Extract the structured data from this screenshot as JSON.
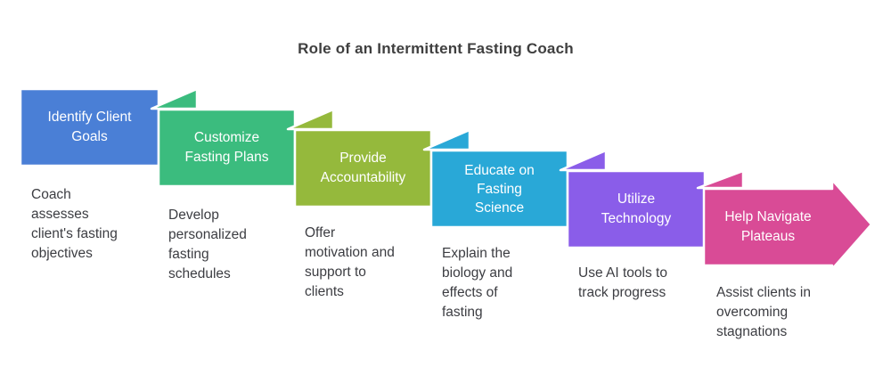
{
  "title": "Role of an Intermittent Fasting Coach",
  "colors": {
    "background": "#ffffff",
    "title_text": "#3f3f3f",
    "description_text": "#3c3d42",
    "box_label_text": "#ffffff"
  },
  "steps": [
    {
      "label": "Identify Client\nGoals",
      "description": "Coach\nassesses\nclient's fasting\nobjectives",
      "color": "#4a7fd6"
    },
    {
      "label": "Customize\nFasting Plans",
      "description": "Develop\npersonalized\nfasting\nschedules",
      "color": "#3bbc7e"
    },
    {
      "label": "Provide\nAccountability",
      "description": "Offer\nmotivation and\nsupport to\nclients",
      "color": "#95b93c"
    },
    {
      "label": "Educate on\nFasting\nScience",
      "description": "Explain the\nbiology and\neffects of\nfasting",
      "color": "#29a8d7"
    },
    {
      "label": "Utilize\nTechnology",
      "description": "Use AI tools to\ntrack progress",
      "color": "#8a5de9"
    },
    {
      "label": "Help Navigate\nPlateaus",
      "description": "Assist clients in\novercoming\nstagnations",
      "color": "#d94b96"
    }
  ]
}
